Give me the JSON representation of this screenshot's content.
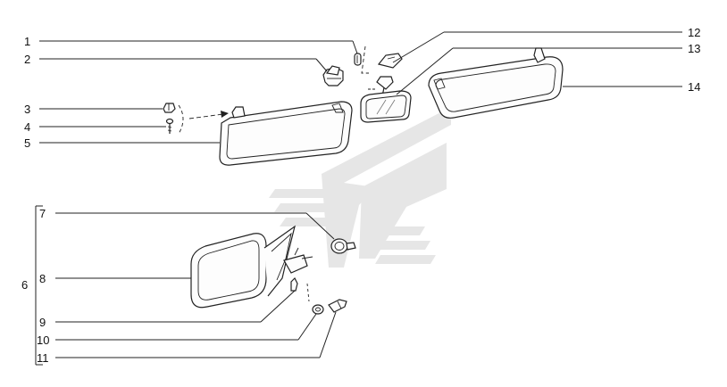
{
  "diagram": {
    "labels": {
      "l1": "1",
      "l2": "2",
      "l3": "3",
      "l4": "4",
      "l5": "5",
      "l6": "6",
      "l7": "7",
      "l8": "8",
      "l9": "9",
      "l10": "10",
      "l11": "11",
      "l12": "12",
      "l13": "13",
      "l14": "14"
    },
    "colors": {
      "line": "#222222",
      "watermark": "#e6e6e6",
      "background": "#ffffff"
    }
  }
}
